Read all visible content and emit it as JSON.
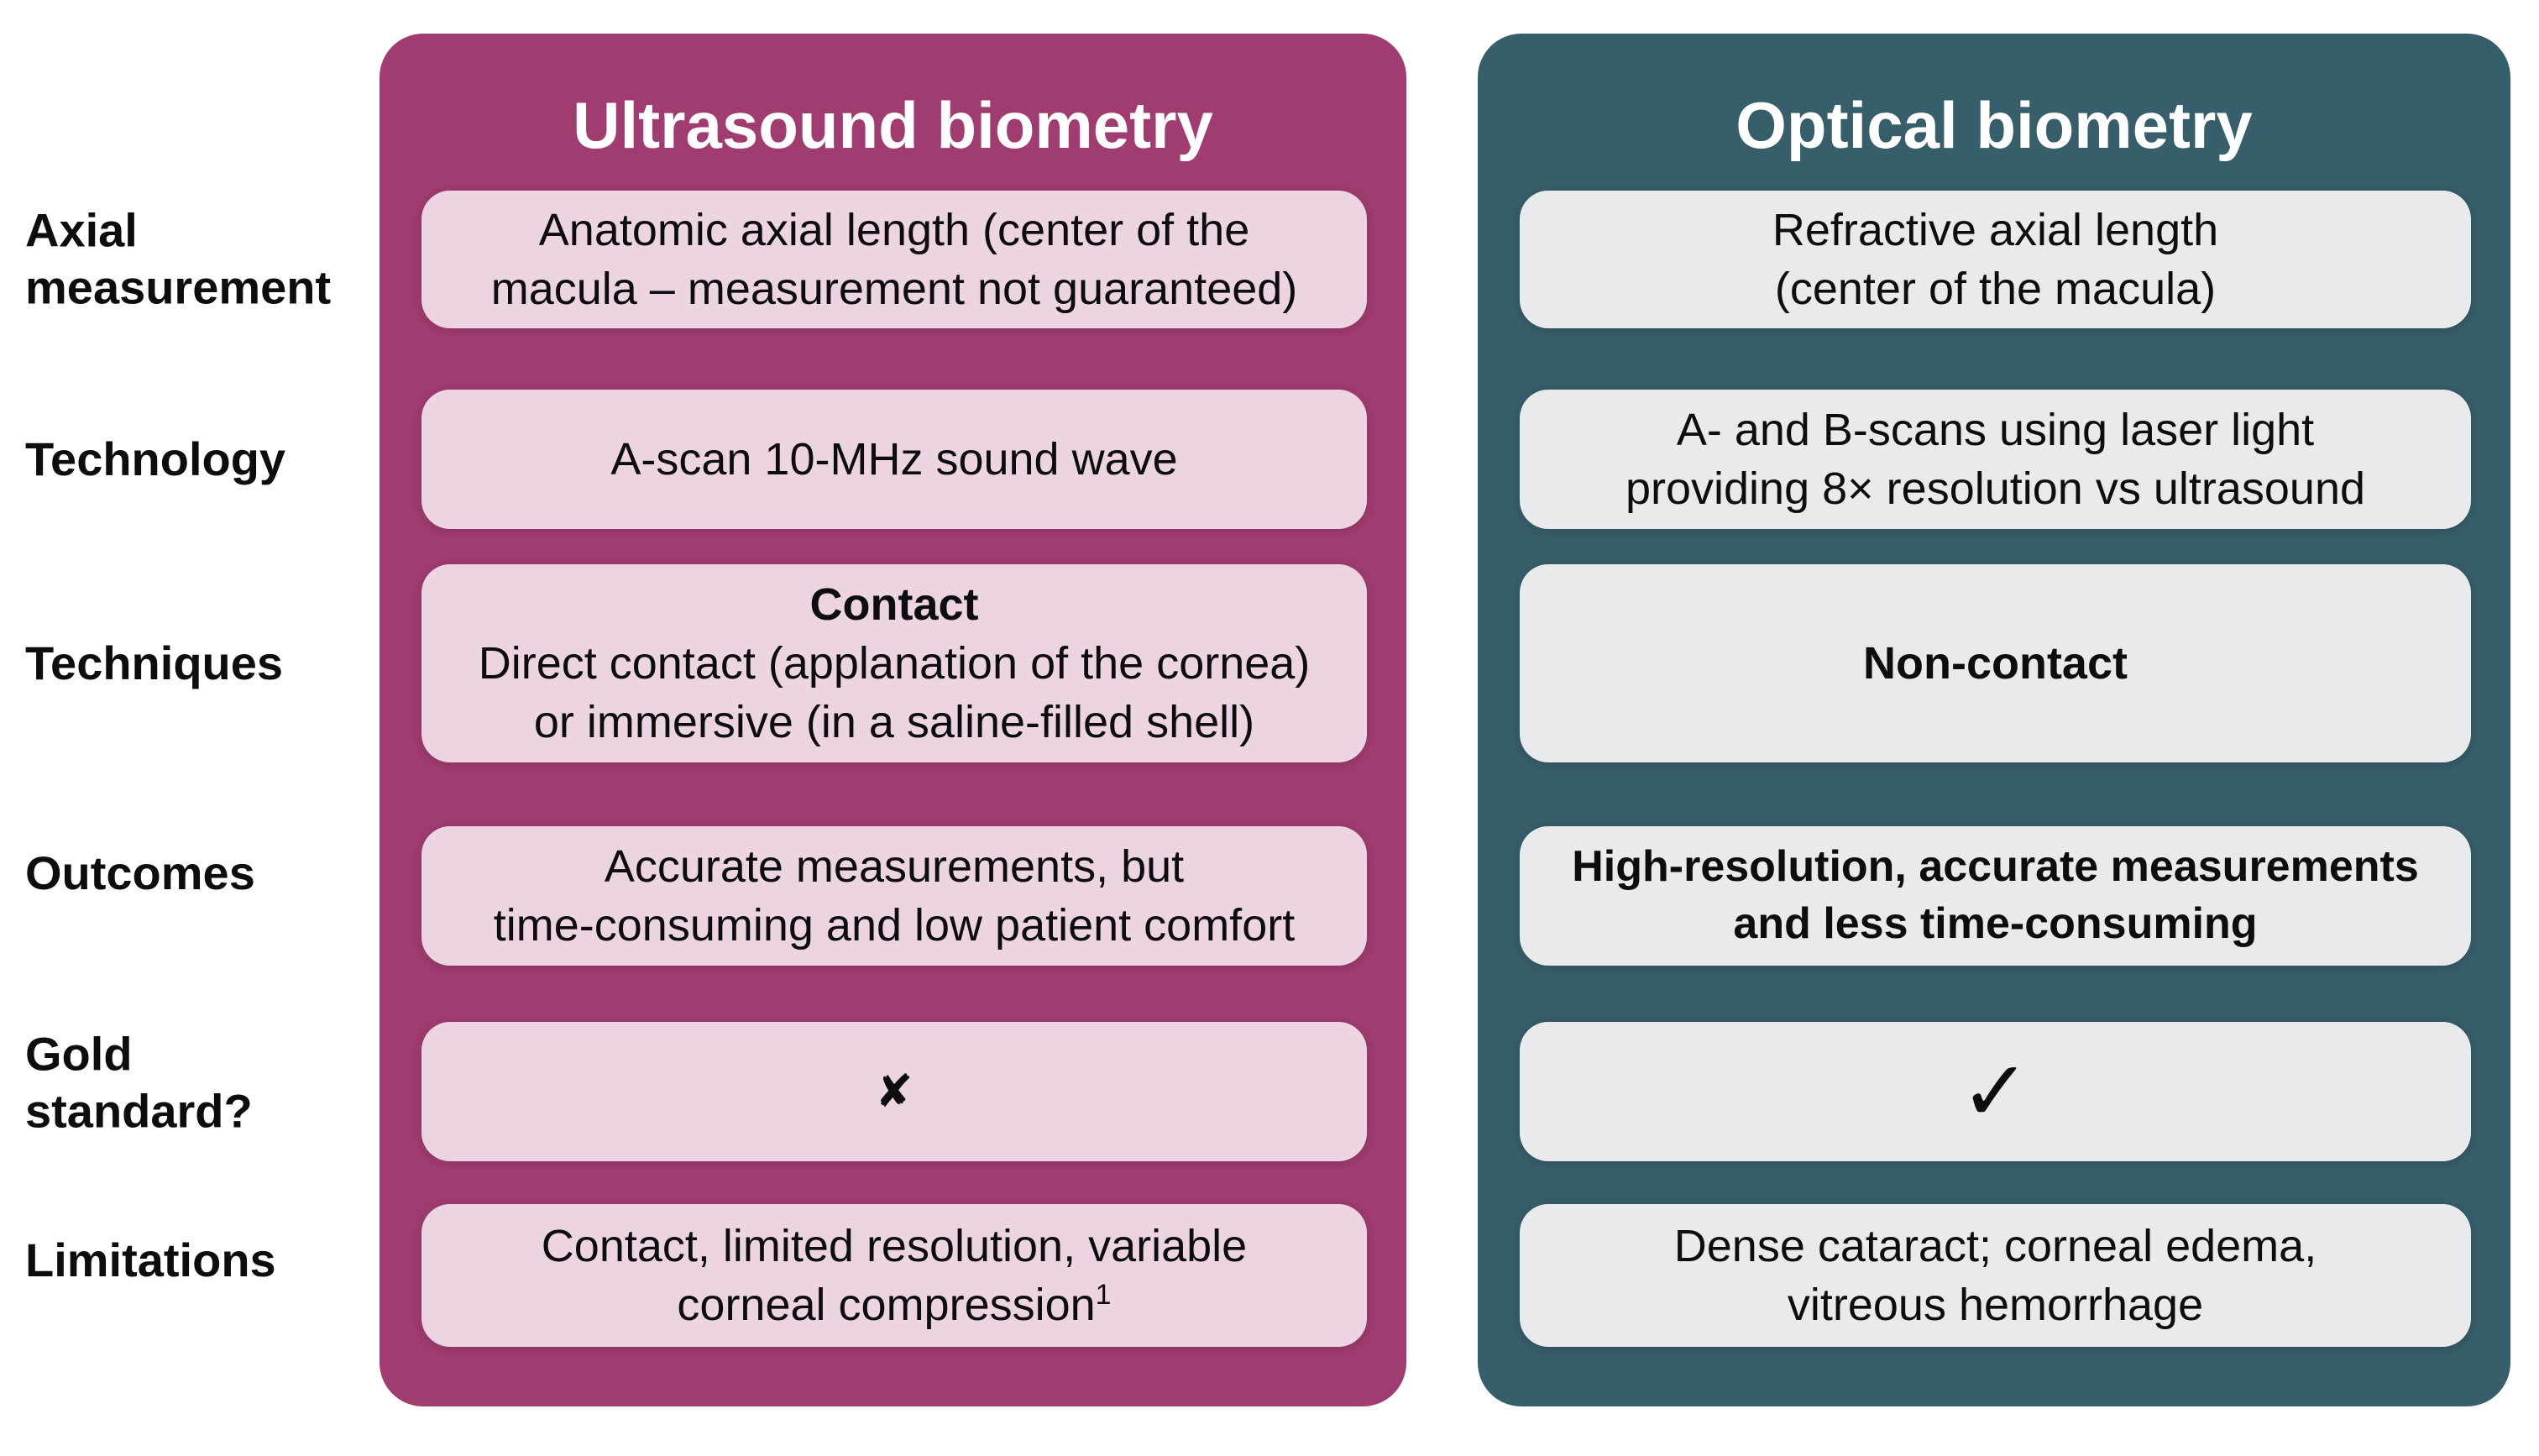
{
  "columns": {
    "ultrasound": {
      "title": "Ultrasound biometry"
    },
    "optical": {
      "title": "Optical biometry"
    }
  },
  "colors": {
    "ultrasound_panel": "#A13C70",
    "ultrasound_box": "#EDD4E2",
    "optical_panel": "#375E6B",
    "optical_box": "#E9EAEB",
    "header_text": "#FFFFFF",
    "body_text": "#0D0D0D"
  },
  "rows": [
    {
      "label_lines": [
        "Axial",
        "measurement"
      ],
      "ultrasound": {
        "lines": [
          "Anatomic axial length (center of the",
          "macula – measurement not guaranteed)"
        ]
      },
      "optical": {
        "lines": [
          "Refractive axial length",
          "(center of the macula)"
        ]
      }
    },
    {
      "label_lines": [
        "Technology"
      ],
      "ultrasound": {
        "lines": [
          "A-scan 10-MHz sound wave"
        ]
      },
      "optical": {
        "lines": [
          "A- and B-scans using laser light",
          "providing 8× resolution vs ultrasound"
        ]
      }
    },
    {
      "label_lines": [
        "Techniques"
      ],
      "ultrasound": {
        "bold_line": "Contact",
        "lines": [
          "Direct contact (applanation of the cornea)",
          "or immersive (in a saline-filled shell)"
        ]
      },
      "optical": {
        "bold_line": "Non-contact"
      }
    },
    {
      "label_lines": [
        "Outcomes"
      ],
      "ultrasound": {
        "lines": [
          "Accurate measurements, but",
          "time-consuming and low patient comfort"
        ]
      },
      "optical": {
        "bold_lines": [
          "High-resolution, accurate measurements",
          "and less time-consuming"
        ]
      }
    },
    {
      "label_lines": [
        "Gold",
        "standard?"
      ],
      "ultrasound": {
        "symbol": "✘",
        "symbol_name": "cross-mark"
      },
      "optical": {
        "symbol": "✓",
        "symbol_name": "check-mark"
      }
    },
    {
      "label_lines": [
        "Limitations"
      ],
      "ultrasound": {
        "lines": [
          "Contact, limited resolution, variable",
          "corneal compression"
        ],
        "superscript": "1"
      },
      "optical": {
        "lines": [
          "Dense cataract; corneal edema,",
          "vitreous hemorrhage"
        ]
      }
    }
  ]
}
